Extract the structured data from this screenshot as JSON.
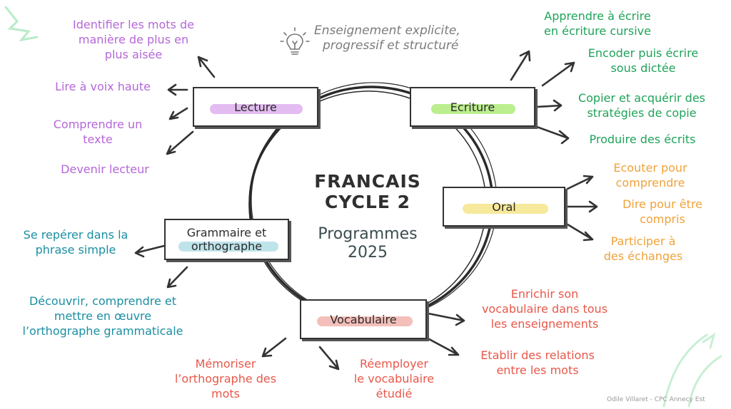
{
  "header": {
    "line1": "Enseignement explicite,",
    "line2": "progressif et structuré"
  },
  "center": {
    "title_line1": "FRANCAIS",
    "title_line2": "CYCLE 2",
    "sub_line1": "Programmes",
    "sub_line2": "2025"
  },
  "boxes": {
    "lecture": "Lecture",
    "ecriture": "Ecriture",
    "oral": "Oral",
    "grammaire_line1": "Grammaire et",
    "grammaire_line2": "orthographe",
    "vocabulaire": "Vocabulaire"
  },
  "lecture_items": {
    "identifier_l1": "Identifier les mots de",
    "identifier_l2": "manière de plus en",
    "identifier_l3": "plus aisée",
    "lire": "Lire à voix haute",
    "comprendre_l1": "Comprendre un",
    "comprendre_l2": "texte",
    "devenir": "Devenir lecteur"
  },
  "ecriture_items": {
    "apprendre_l1": "Apprendre à écrire",
    "apprendre_l2": "en écriture cursive",
    "encoder_l1": "Encoder puis écrire",
    "encoder_l2": "sous dictée",
    "copier_l1": "Copier et acquérir des",
    "copier_l2": "stratégies de copie",
    "produire": "Produire des écrits"
  },
  "oral_items": {
    "ecouter_l1": "Ecouter pour",
    "ecouter_l2": "comprendre",
    "dire_l1": "Dire pour être",
    "dire_l2": "compris",
    "participer_l1": "Participer à",
    "participer_l2": "des échanges"
  },
  "grammaire_items": {
    "reperer_l1": "Se repérer dans la",
    "reperer_l2": "phrase simple",
    "decouvrir_l1": "Découvrir, comprendre et",
    "decouvrir_l2": "mettre en œuvre",
    "decouvrir_l3": "l’orthographe grammaticale"
  },
  "vocabulaire_items": {
    "enrichir_l1": "Enrichir son",
    "enrichir_l2": "vocabulaire dans tous",
    "enrichir_l3": "les enseignements",
    "etablir_l1": "Etablir des relations",
    "etablir_l2": "entre les mots",
    "memoriser_l1": "Mémoriser",
    "memoriser_l2": "l’orthographe des",
    "memoriser_l3": "mots",
    "reemployer_l1": "Réemployer",
    "reemployer_l2": "le vocabulaire",
    "reemployer_l3": "étudié"
  },
  "credit": "Odile Villaret - CPC Annecy Est",
  "colors": {
    "lecture": "#b467d8",
    "ecriture": "#1fa35a",
    "oral": "#f0a23a",
    "grammaire": "#1a8fa3",
    "vocabulaire": "#e8584a",
    "highlight_lecture": "#d9a5ec",
    "highlight_ecriture": "#a6e86a",
    "highlight_oral": "#f4e27a",
    "highlight_grammaire": "#a8dbe3",
    "highlight_vocabulaire": "#f0a9a3"
  },
  "icons": [
    "lightbulb-icon",
    "arrow-icon",
    "decorative-scribble-icon"
  ]
}
